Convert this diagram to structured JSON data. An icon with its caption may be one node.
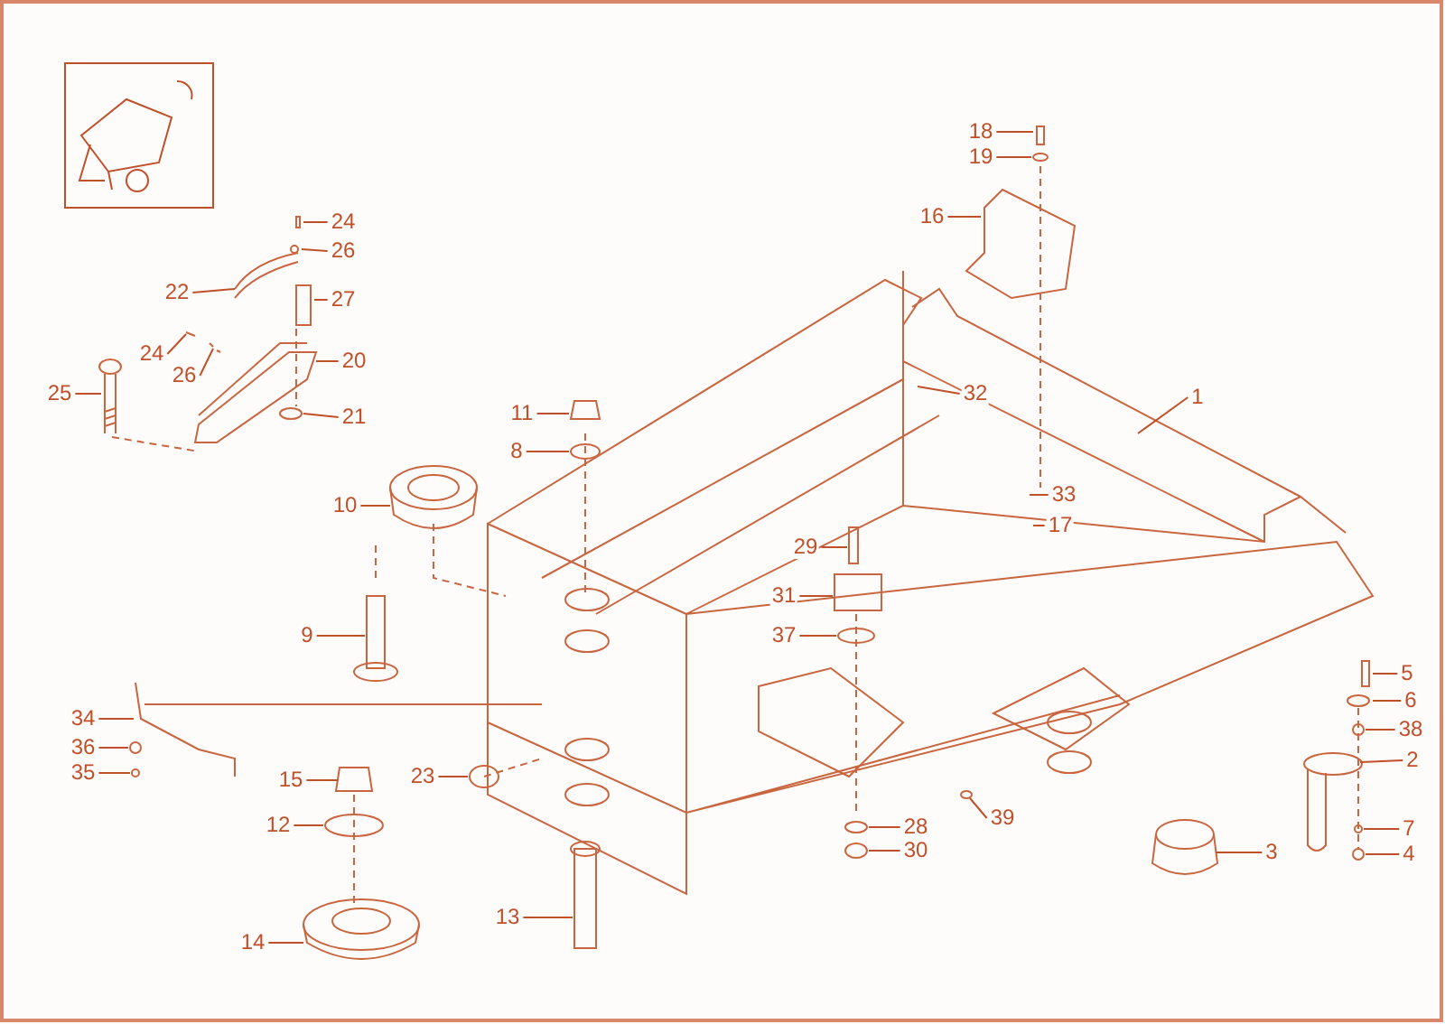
{
  "diagram": {
    "nodes": [
      {
        "text": [
          "18"
        ]
      },
      {
        "text": [
          "19"
        ]
      },
      {
        "text": [
          "24"
        ]
      },
      {
        "text": [
          "26"
        ]
      },
      {
        "text": [
          "16"
        ]
      },
      {
        "text": [
          "22"
        ]
      },
      {
        "text": [
          "27"
        ]
      },
      {
        "text": [
          "24"
        ]
      },
      {
        "text": [
          "20"
        ]
      },
      {
        "text": [
          "26"
        ]
      },
      {
        "text": [
          "25"
        ]
      },
      {
        "text": [
          "32"
        ]
      },
      {
        "text": [
          "1"
        ]
      },
      {
        "text": [
          "21"
        ]
      },
      {
        "text": [
          "11"
        ]
      },
      {
        "text": [
          "8"
        ]
      },
      {
        "text": [
          "33"
        ]
      },
      {
        "text": [
          "17"
        ]
      },
      {
        "text": [
          "10"
        ]
      },
      {
        "text": [
          "29"
        ]
      },
      {
        "text": [
          "31"
        ]
      },
      {
        "text": [
          "9"
        ]
      },
      {
        "text": [
          "37"
        ]
      },
      {
        "text": [
          "5"
        ]
      },
      {
        "text": [
          "6"
        ]
      },
      {
        "text": [
          "34"
        ]
      },
      {
        "text": [
          "38"
        ]
      },
      {
        "text": [
          "36"
        ]
      },
      {
        "text": [
          "2"
        ]
      },
      {
        "text": [
          "35"
        ]
      },
      {
        "text": [
          "15"
        ]
      },
      {
        "text": [
          "23"
        ]
      },
      {
        "text": [
          "39"
        ]
      },
      {
        "text": [
          "12"
        ]
      },
      {
        "text": [
          "7"
        ]
      },
      {
        "text": [
          "28"
        ]
      },
      {
        "text": [
          "30"
        ]
      },
      {
        "text": [
          "3"
        ]
      },
      {
        "text": [
          "4"
        ]
      },
      {
        "text": [
          "13"
        ]
      },
      {
        "text": [
          "14"
        ]
      }
    ],
    "edges": [
      {
        "from": 0,
        "to": null,
        "arrow": "none"
      },
      {
        "from": 1,
        "to": null,
        "arrow": "none"
      },
      {
        "from": 2,
        "to": null,
        "arrow": "none"
      },
      {
        "from": 3,
        "to": null,
        "arrow": "none"
      },
      {
        "from": 4,
        "to": null,
        "arrow": "none"
      },
      {
        "from": 5,
        "to": null,
        "arrow": "none"
      },
      {
        "from": 6,
        "to": null,
        "arrow": "none"
      },
      {
        "from": 7,
        "to": null,
        "arrow": "none"
      },
      {
        "from": 8,
        "to": null,
        "arrow": "none"
      },
      {
        "from": 9,
        "to": null,
        "arrow": "none"
      },
      {
        "from": 10,
        "to": null,
        "arrow": "none"
      },
      {
        "from": 11,
        "to": null,
        "arrow": "none"
      },
      {
        "from": 12,
        "to": null,
        "arrow": "none"
      },
      {
        "from": 13,
        "to": null,
        "arrow": "none"
      },
      {
        "from": 14,
        "to": null,
        "arrow": "none"
      },
      {
        "from": 15,
        "to": null,
        "arrow": "none"
      },
      {
        "from": 16,
        "to": null,
        "arrow": "none"
      },
      {
        "from": 17,
        "to": null,
        "arrow": "none"
      },
      {
        "from": 18,
        "to": null,
        "arrow": "none"
      },
      {
        "from": 19,
        "to": null,
        "arrow": "none"
      },
      {
        "from": 20,
        "to": null,
        "arrow": "none"
      },
      {
        "from": 21,
        "to": null,
        "arrow": "none"
      },
      {
        "from": 22,
        "to": null,
        "arrow": "none"
      },
      {
        "from": 23,
        "to": null,
        "arrow": "none"
      },
      {
        "from": 24,
        "to": null,
        "arrow": "none"
      },
      {
        "from": 25,
        "to": null,
        "arrow": "none"
      },
      {
        "from": 26,
        "to": null,
        "arrow": "none"
      },
      {
        "from": 27,
        "to": null,
        "arrow": "none"
      },
      {
        "from": 28,
        "to": null,
        "arrow": "none"
      },
      {
        "from": 29,
        "to": null,
        "arrow": "none"
      },
      {
        "from": 30,
        "to": null,
        "arrow": "none"
      },
      {
        "from": 31,
        "to": null,
        "arrow": "none"
      },
      {
        "from": 32,
        "to": null,
        "arrow": "none"
      },
      {
        "from": 33,
        "to": null,
        "arrow": "none"
      },
      {
        "from": 34,
        "to": null,
        "arrow": "none"
      },
      {
        "from": 35,
        "to": null,
        "arrow": "none"
      },
      {
        "from": 36,
        "to": null,
        "arrow": "none"
      },
      {
        "from": 37,
        "to": null,
        "arrow": "none"
      },
      {
        "from": 38,
        "to": null,
        "arrow": "none"
      },
      {
        "from": 39,
        "to": null,
        "arrow": "none"
      },
      {
        "from": 40,
        "to": null,
        "arrow": "none"
      }
    ]
  }
}
